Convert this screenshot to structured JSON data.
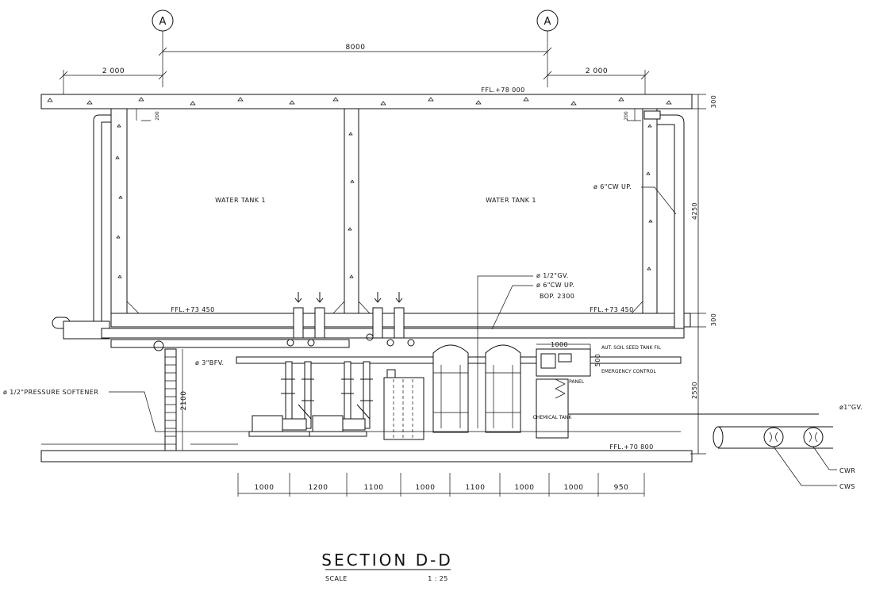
{
  "grid": {
    "left_bubble": "A",
    "right_bubble": "A"
  },
  "dimensions": {
    "top_span": "8000",
    "top_left": "2 000",
    "top_right": "2 000",
    "right_top_slab": "300",
    "right_tank": "4250",
    "right_bottom_slab": "300",
    "right_plant": "2550",
    "left_inset": "200",
    "right_inset": "200",
    "plant_height": "2100",
    "panel_width": "1000",
    "panel_height": "500",
    "bottom_segments": [
      "1000",
      "1200",
      "1100",
      "1000",
      "1100",
      "1000",
      "1000",
      "950"
    ]
  },
  "levels": {
    "roof": "FFL.+78 000",
    "tank_floor_left": "FFL.+73 450",
    "tank_floor_right": "FFL.+73 450",
    "plant_floor": "FFL.+70 800"
  },
  "labels": {
    "tank_left": "WATER TANK 1",
    "tank_right": "WATER TANK 1",
    "cw_up_riser": "ø 6\"CW UP.",
    "gv_half": "ø 1/2\"GV.",
    "cw_up_plant": "ø 6\"CW UP.",
    "bop": "BOP. 2300",
    "bfv": "ø 3\"BFV.",
    "softener": "ø 1/2\"PRESSURE SOFTENER",
    "gv_one": "ø1\"GV.",
    "cwr": "CWR",
    "cws": "CWS",
    "chemical_tank": "CHEMICAL TANK",
    "control_panel": "CONTROL PANEL",
    "emergency_control": "EMERGENCY CONTROL",
    "panel_note": "AUT. SOIL SEED TANK FIL"
  },
  "title_block": {
    "title": "SECTION D-D",
    "scale_label": "SCALE",
    "scale_value": "1 : 25"
  }
}
